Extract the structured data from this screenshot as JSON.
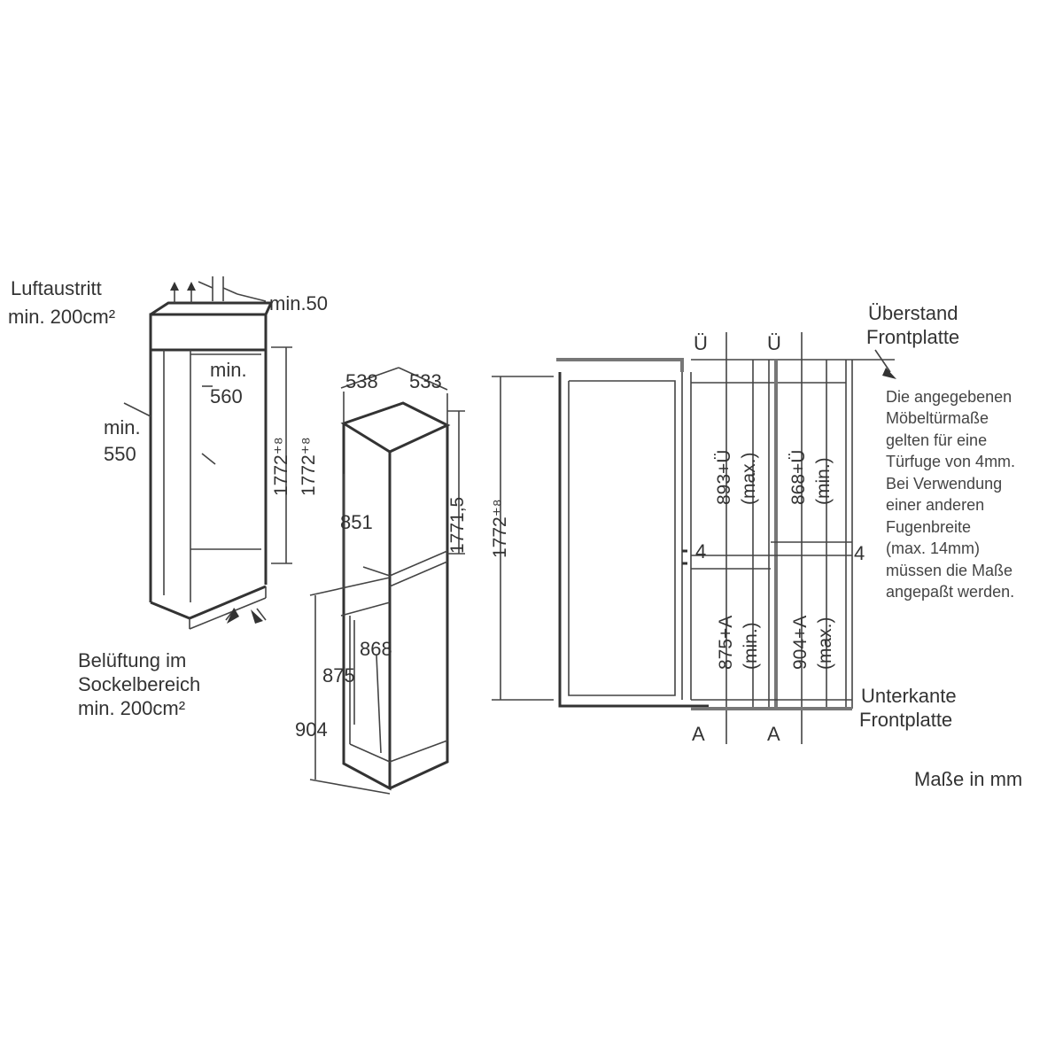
{
  "left_unit": {
    "air_outlet_1": "Luftaustritt",
    "air_outlet_2": "min. 200cm²",
    "min50": "min.50",
    "min560_a": "min.",
    "min560_b": "560",
    "min550_a": "min.",
    "min550_b": "550",
    "h1": "1772⁺⁸",
    "h2": "1772⁺⁸",
    "vent_1": "Belüftung im",
    "vent_2": "Sockelbereich",
    "vent_3": "min. 200cm²"
  },
  "middle_unit": {
    "w538": "538",
    "d533": "533",
    "d851": "851",
    "h17715": "1771,5",
    "d868": "868",
    "d875": "875",
    "d904": "904"
  },
  "right_unit": {
    "h1772": "1772⁺⁸",
    "u1": "Ü",
    "u2": "Ü",
    "ueberstand_1": "Überstand",
    "ueberstand_2": "Frontplatte",
    "dim_893": "893+Ü",
    "dim_893_max": "(max.)",
    "dim_868": "868+Ü",
    "dim_868_min": "(min.)",
    "four_left": "4",
    "four_right": "4",
    "dim_875": "875+A",
    "dim_875_min": "(min.)",
    "dim_904": "904+A",
    "dim_904_max": "(max.)",
    "a1": "A",
    "a2": "A",
    "unterkante_1": "Unterkante",
    "unterkante_2": "Frontplatte",
    "note": [
      "Die angegebenen",
      "Möbeltürmaße",
      "gelten für eine",
      "Türfuge von 4mm.",
      "Bei Verwendung",
      " einer anderen",
      "Fugenbreite",
      "(max. 14mm)",
      "müssen die Maße",
      "angepaßt werden."
    ]
  },
  "units": "Maße in mm"
}
